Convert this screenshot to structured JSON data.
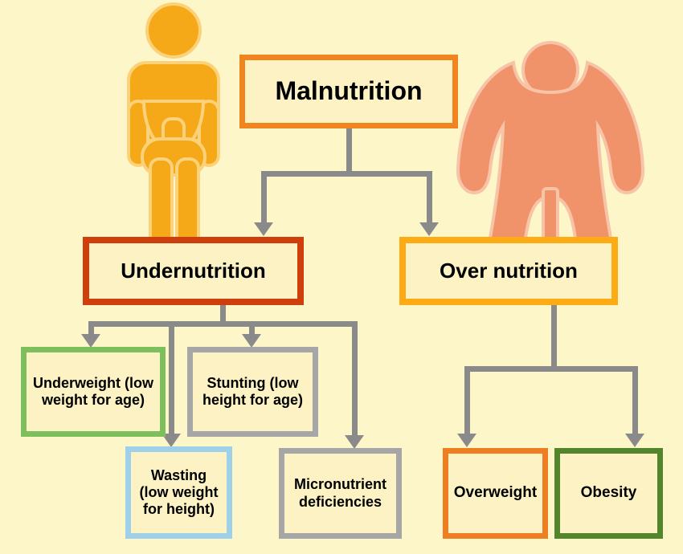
{
  "diagram": {
    "title": "Malnutrition classification flowchart",
    "background_color": "#fdf6c9",
    "connector_color": "#8a8a8a",
    "box_fill": "#fdf2c4"
  },
  "nodes": {
    "malnutrition": {
      "label": "Malnutrition",
      "border_color": "#f0841e"
    },
    "undernutrition": {
      "label": "Undernutrition",
      "border_color": "#cf3f0d"
    },
    "overnutrition": {
      "label": "Over nutrition",
      "border_color": "#fcab14"
    },
    "underweight": {
      "label": "Underweight (low weight for age)",
      "border_color": "#7cbf5c"
    },
    "stunting": {
      "label": "Stunting (low height for age)",
      "border_color": "#a6a6a6"
    },
    "wasting": {
      "label": "Wasting (low weight for height)",
      "border_color": "#9ed0e9"
    },
    "micronutrient": {
      "label": "Micronutrient deficiencies",
      "border_color": "#a6a6a6"
    },
    "overweight": {
      "label": "Overweight",
      "border_color": "#ef7e23"
    },
    "obesity": {
      "label": "Obesity",
      "border_color": "#53862c"
    }
  },
  "illustrations": {
    "thin_person": {
      "name": "thin-person-figure",
      "color": "#f5a818"
    },
    "obese_person": {
      "name": "obese-person-figure",
      "color": "#f0926a"
    }
  },
  "edges": [
    {
      "from": "malnutrition",
      "to": "undernutrition"
    },
    {
      "from": "malnutrition",
      "to": "overnutrition"
    },
    {
      "from": "undernutrition",
      "to": "underweight"
    },
    {
      "from": "undernutrition",
      "to": "stunting"
    },
    {
      "from": "undernutrition",
      "to": "wasting"
    },
    {
      "from": "undernutrition",
      "to": "micronutrient"
    },
    {
      "from": "overnutrition",
      "to": "overweight"
    },
    {
      "from": "overnutrition",
      "to": "obesity"
    }
  ]
}
